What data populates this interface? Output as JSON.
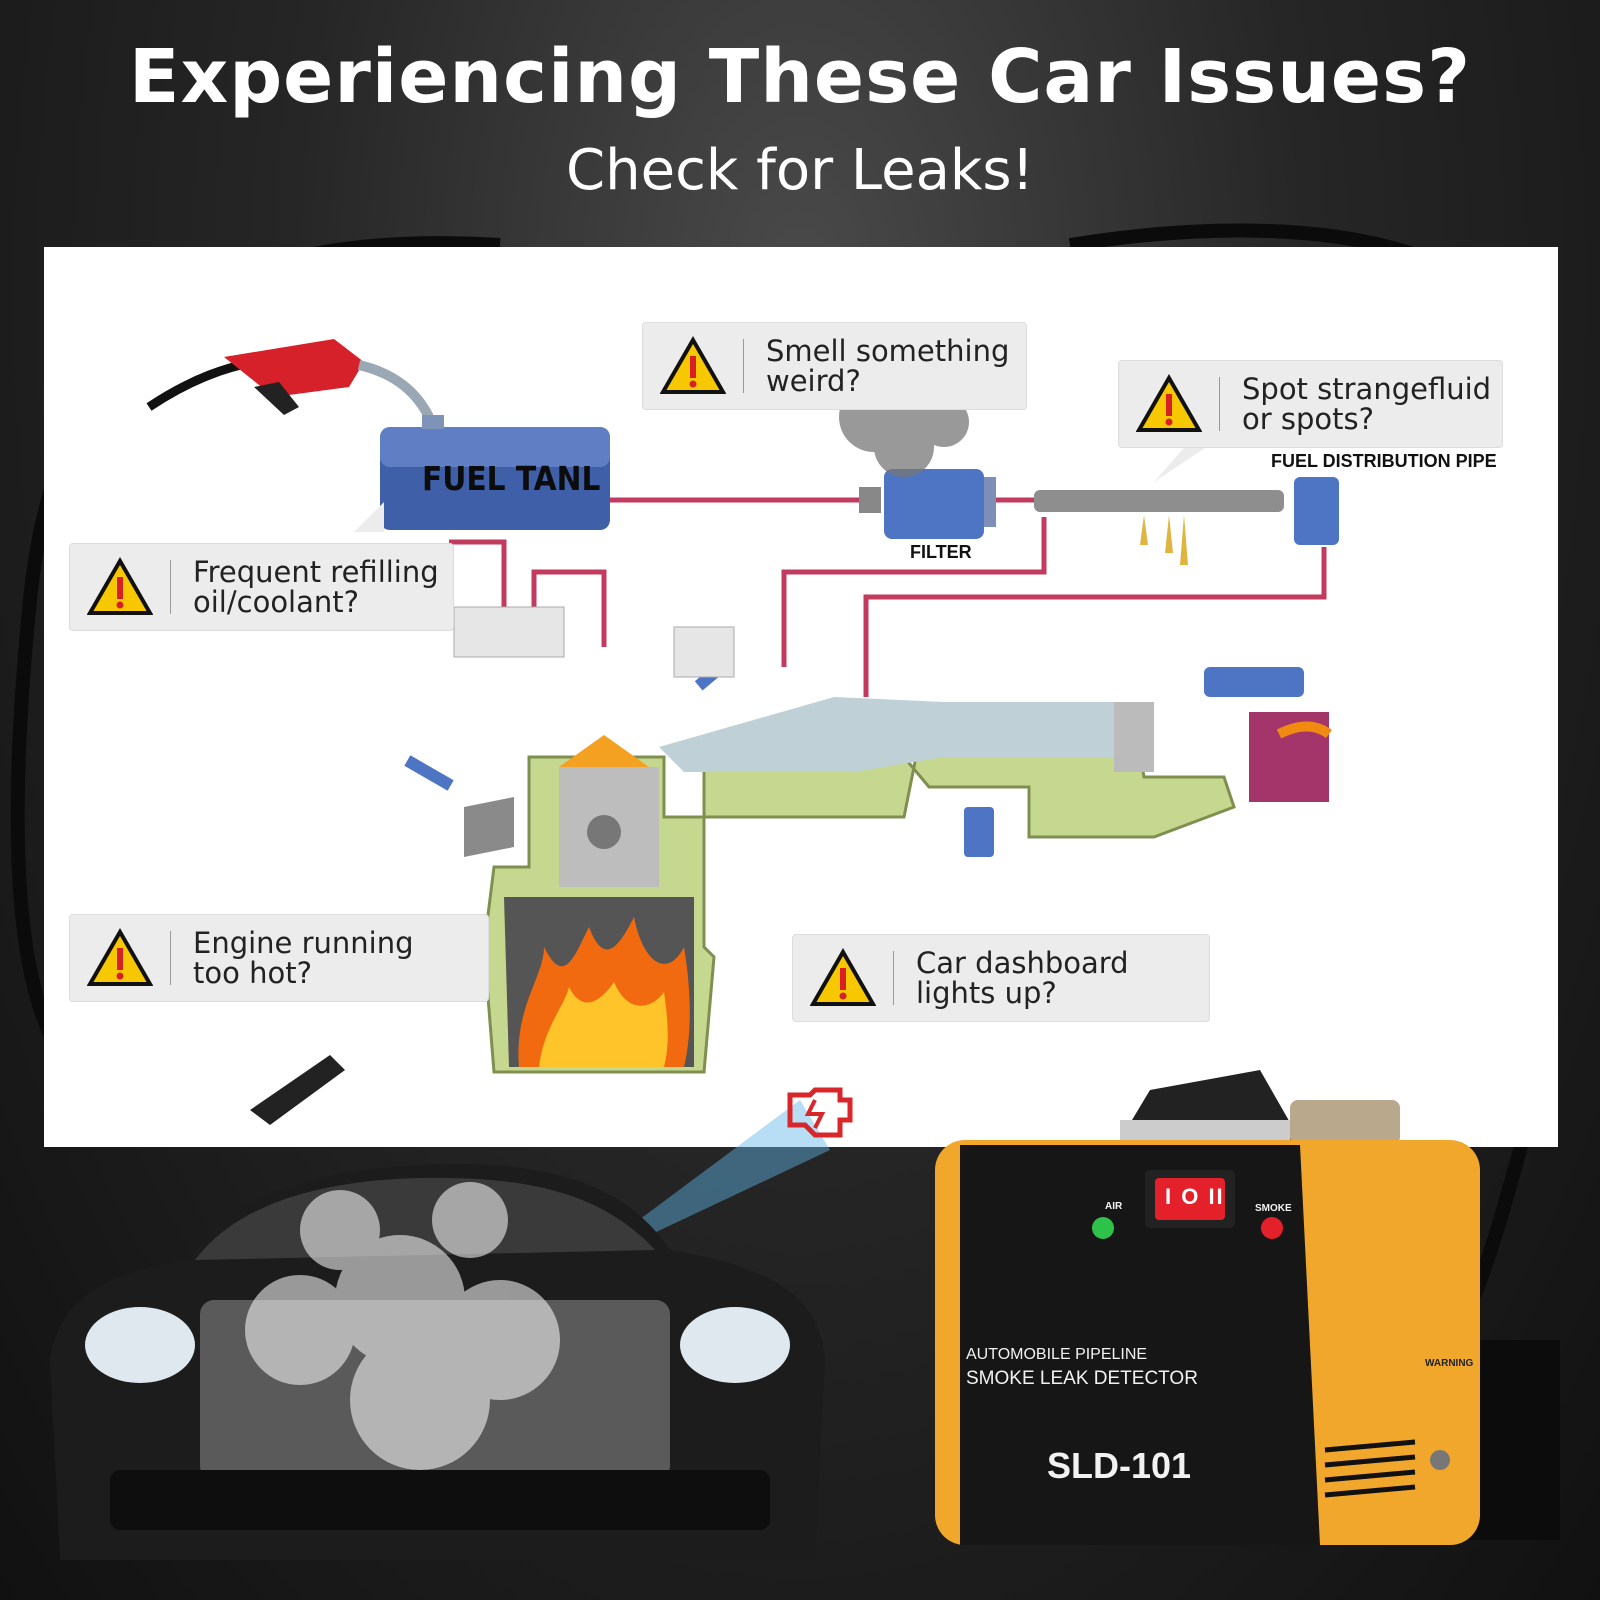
{
  "header": {
    "title": "Experiencing These Car Issues?",
    "subtitle": "Check for Leaks!"
  },
  "callouts": [
    {
      "id": "smell",
      "text": "Smell something\nweird?"
    },
    {
      "id": "fluid",
      "text": "Spot strangefluid\nor spots?"
    },
    {
      "id": "refill",
      "text": "Frequent refilling\noil/coolant?"
    },
    {
      "id": "hot",
      "text": "Engine running\ntoo hot?"
    },
    {
      "id": "dashboard",
      "text": "Car dashboard\nlights up?"
    }
  ],
  "diagram_labels": {
    "fuel_tank": "FUEL TANL",
    "filter": "FILTER",
    "fuel_pipe": "FUEL DISTRIBUTION PIPE"
  },
  "device": {
    "air_label": "AIR",
    "smoke_label": "SMOKE",
    "line1": "AUTOMOBILE PIPELINE",
    "line2": "SMOKE LEAK DETECTOR",
    "model": "SLD-101",
    "switch_text": "I O II",
    "warning": "WARNING"
  },
  "colors": {
    "warning_yellow": "#f7c800",
    "pipe": "#c23b5f",
    "device_orange": "#f1a72b",
    "tank_blue": "#3f5fa8"
  },
  "icons": [
    "warning-icon",
    "check-engine-icon",
    "fuel-nozzle-icon",
    "flame-icon",
    "smoke-icon"
  ]
}
